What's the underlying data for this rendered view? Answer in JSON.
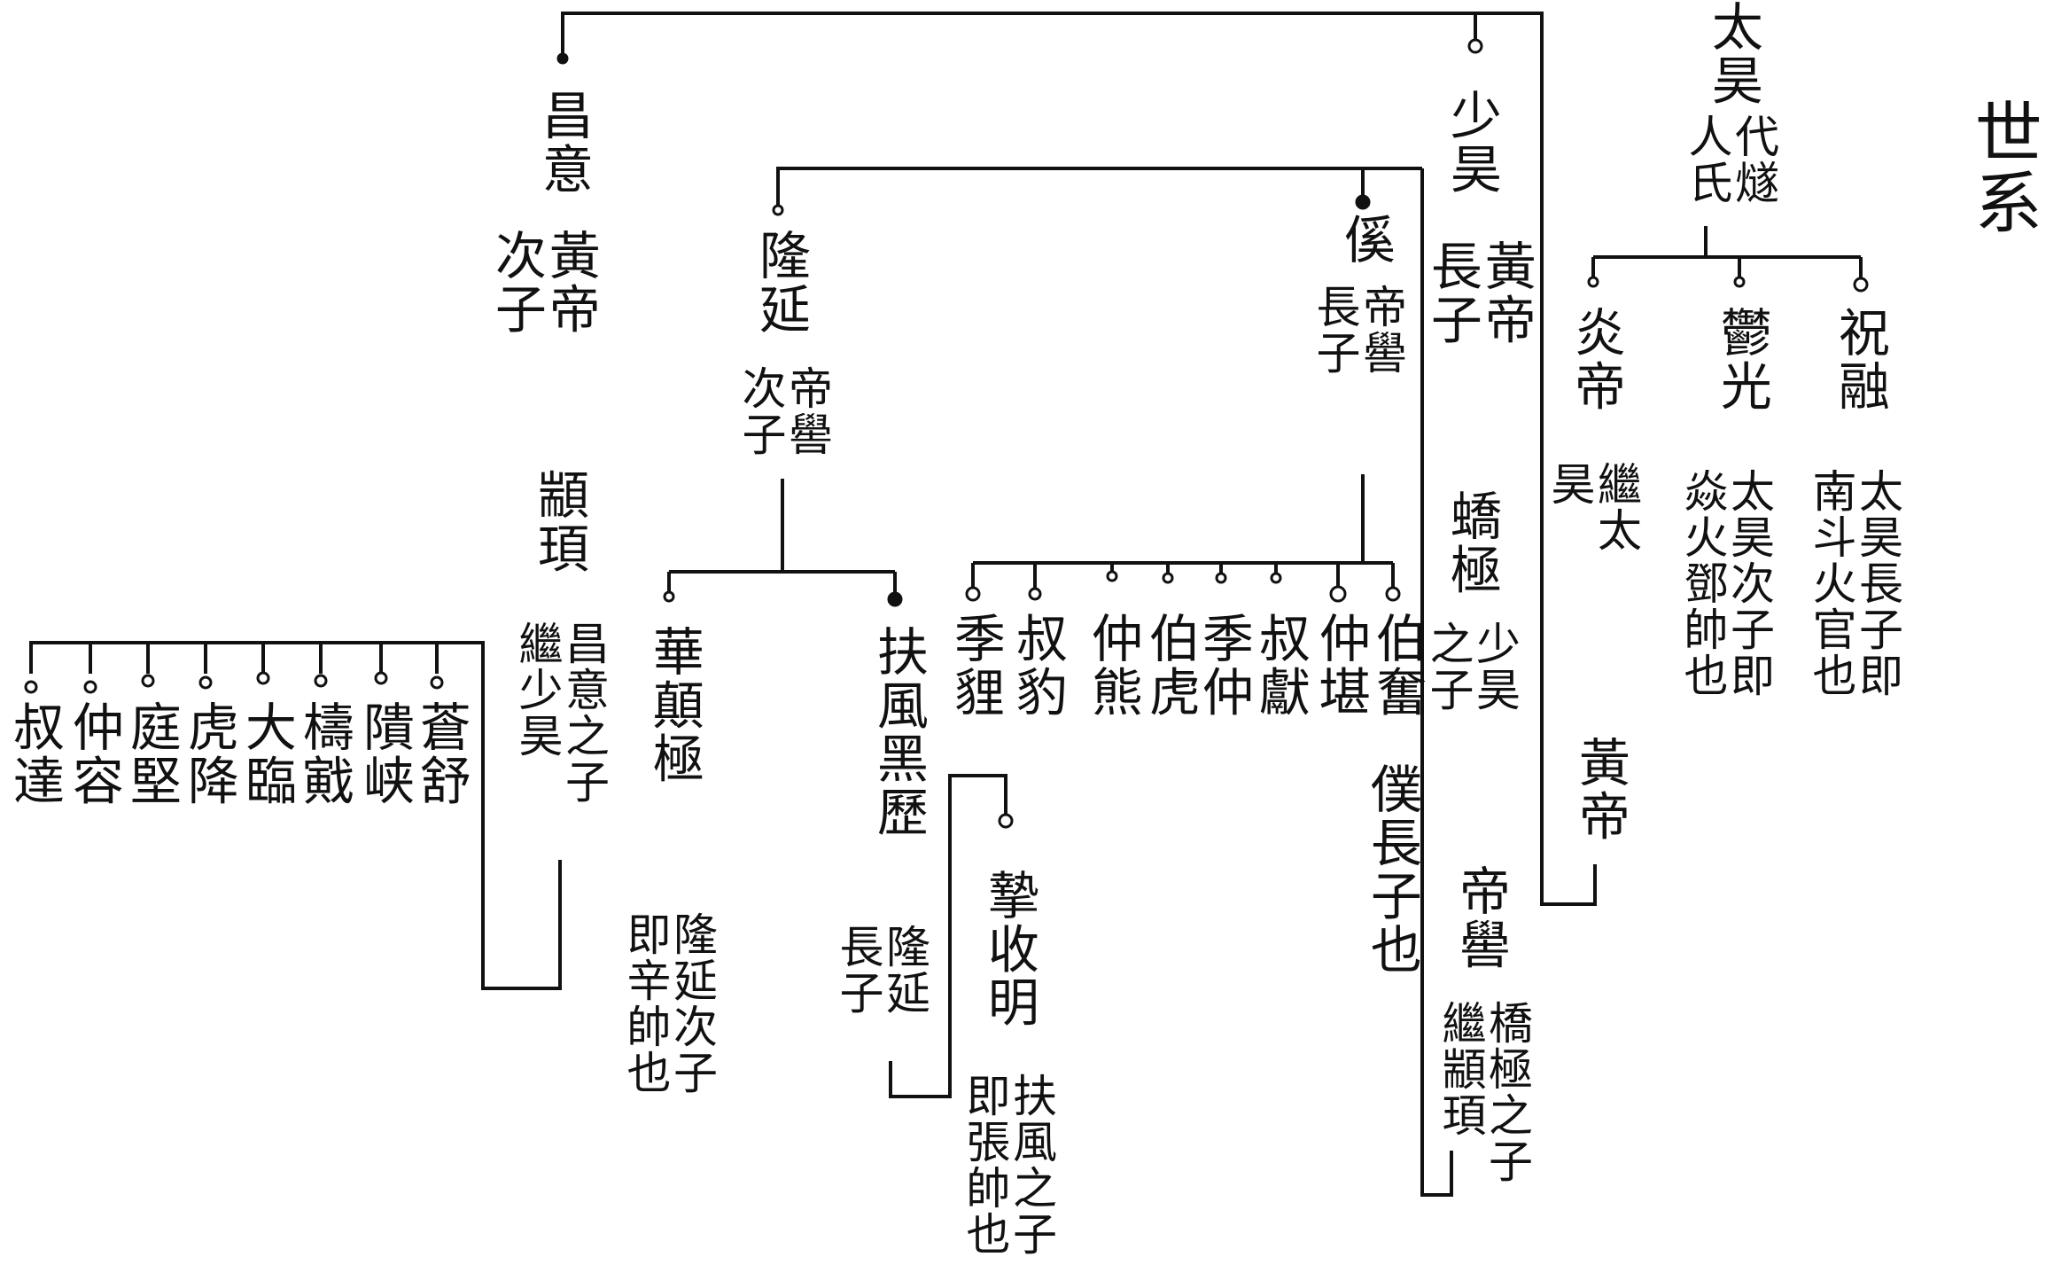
{
  "title": "世系",
  "colors": {
    "ink": "#111111",
    "paper": "#ffffff"
  },
  "nodes": {
    "taihao": "太昊",
    "taihao_note": "代燧\n人氏",
    "yandi": "炎帝",
    "yandi_note": "繼太\n昊",
    "yuguang": "鬱光",
    "yuguang_note": "太昊次子即\n焱火鄧帥也",
    "zhurong": "祝融",
    "zhurong_note": "太昊長子即\n南斗火官也",
    "huangdi": "黃帝",
    "changyi": "昌意",
    "changyi_note": "黃帝\n次子",
    "shaohao": "少昊",
    "shaohao_note": "黃帝\n長子",
    "jiaoji": "蟜極",
    "jiaoji_note": "少昊\n之子",
    "diku": "帝嚳",
    "diku_note": "橋極之子\n繼顓頊",
    "xi": "傒",
    "xi_note": "帝嚳\n長子",
    "longyan": "隆延",
    "longyan_note": "帝嚳\n次子",
    "zhuanxu": "顓頊",
    "zhuanxu_note": "昌意之子\n繼少昊",
    "huadianji": "華顛極",
    "huadianji_note": "隆延次子\n即辛帥也",
    "fufengheili": "扶風黑歷",
    "fufengheili_note": "隆延\n長子",
    "zhishouming": "摯收明",
    "zhishouming_note": "扶風之子\n即張帥也",
    "bofen_note": "僕長子也"
  },
  "xi_sons": [
    "伯奮",
    "仲堪",
    "叔獻",
    "季仲",
    "伯虎",
    "仲熊",
    "叔豹",
    "季貍"
  ],
  "zhuanxu_sons": [
    "蒼舒",
    "隤峡",
    "檮戭",
    "大臨",
    "虎降",
    "庭堅",
    "仲容",
    "叔達"
  ]
}
